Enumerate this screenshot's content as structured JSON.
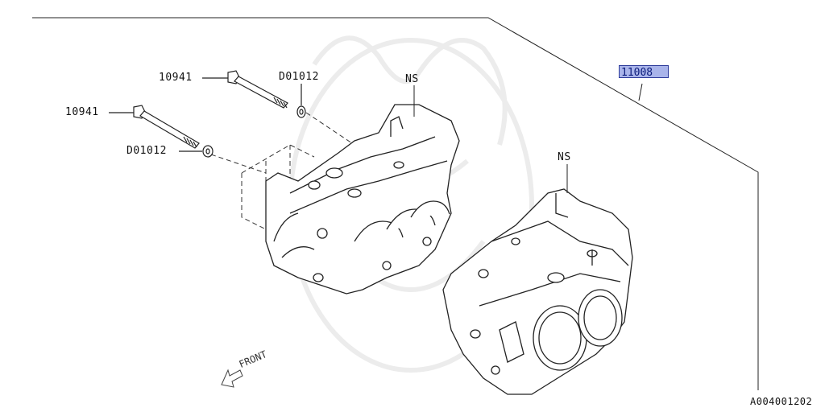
{
  "diagram": {
    "assembly_part_number": "11008",
    "callouts": [
      {
        "id": "bolt-upper",
        "text": "10941"
      },
      {
        "id": "washer-upper",
        "text": "D01012"
      },
      {
        "id": "bolt-lower",
        "text": "10941"
      },
      {
        "id": "washer-lower",
        "text": "D01012"
      },
      {
        "id": "ns-left",
        "text": "NS"
      },
      {
        "id": "ns-right",
        "text": "NS"
      }
    ],
    "direction_label": "FRONT",
    "figure_id": "A004001202",
    "colors": {
      "highlight_fill": "#a9b4ea",
      "highlight_border": "#2c3a9a",
      "line": "#222222",
      "watermark": "#ececec"
    }
  }
}
